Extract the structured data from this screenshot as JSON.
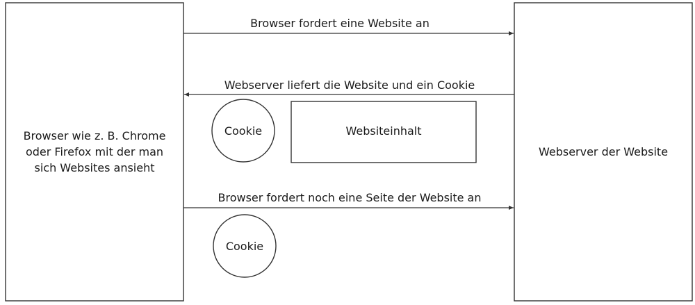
{
  "browser_box": {
    "lines": [
      "Browser wie z. B. Chrome",
      "oder Firefox mit der man",
      "sich Websites ansieht"
    ]
  },
  "server_box": {
    "label": "Webserver der Website"
  },
  "arrows": {
    "request": "Browser fordert eine Website an",
    "response": "Webserver liefert die Website und ein Cookie",
    "second_request": "Browser fordert noch eine Seite der Website an"
  },
  "cookie_1": "Cookie",
  "cookie_2": "Cookie",
  "content_box": "Websiteinhalt"
}
